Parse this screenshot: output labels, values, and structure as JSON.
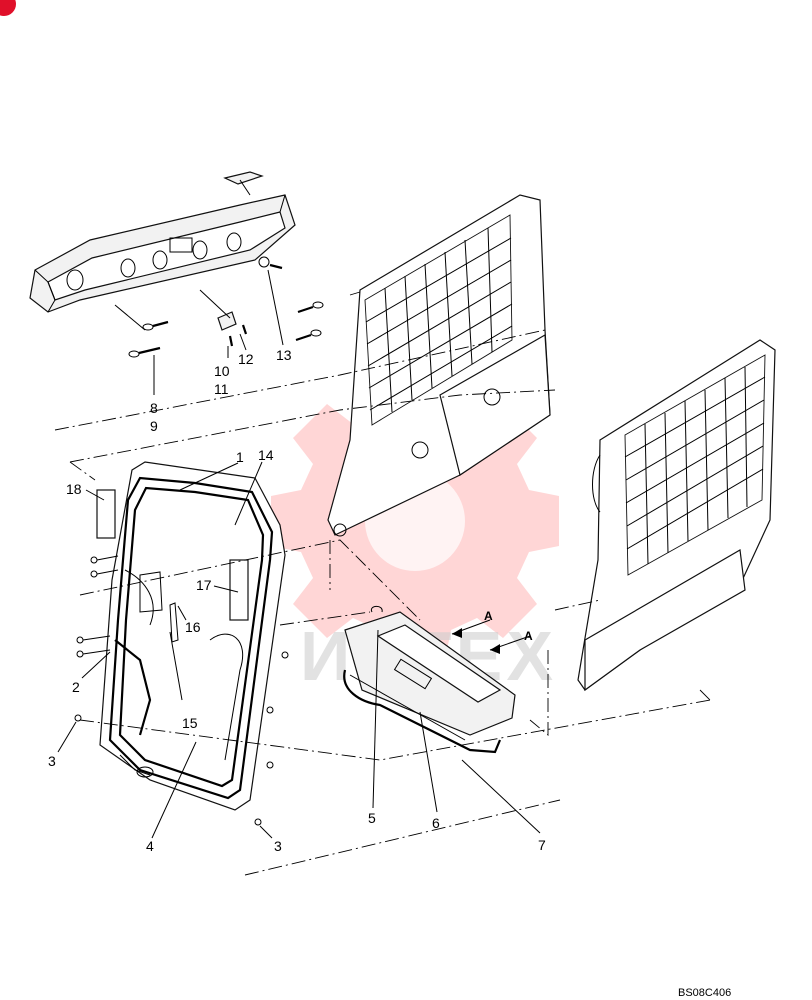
{
  "drawing_code": "BS08C406",
  "section_letter_a": "A",
  "section_letter_b": "A",
  "watermark_text": "ИНТЕХ",
  "callouts": {
    "c1": "1",
    "c2": "2",
    "c3a": "3",
    "c3b": "3",
    "c4": "4",
    "c5": "5",
    "c6": "6",
    "c7": "7",
    "c8": "8",
    "c9": "9",
    "c10": "10",
    "c11": "11",
    "c12": "12",
    "c13": "13",
    "c14": "14",
    "c15": "15",
    "c16": "16",
    "c17": "17",
    "c18": "18"
  },
  "colors": {
    "watermark": "#ff6b6b",
    "corner_badge": "#e0102a"
  }
}
